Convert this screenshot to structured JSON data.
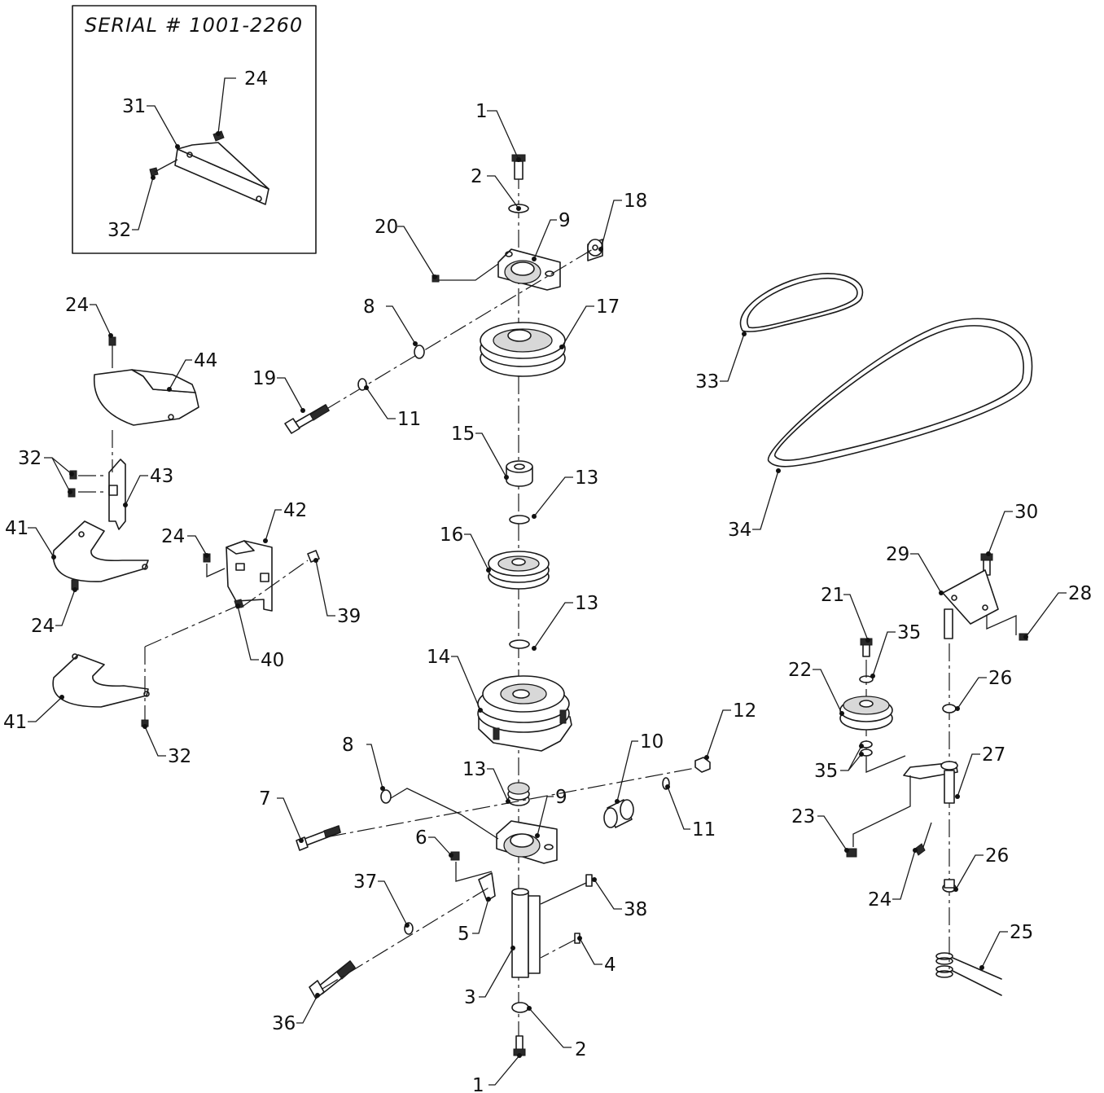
{
  "inset": {
    "title": "SERIAL # 1001-2260"
  },
  "callouts": {
    "c1": "1",
    "c2": "2",
    "c3": "3",
    "c4": "4",
    "c5": "5",
    "c6": "6",
    "c7": "7",
    "c8": "8",
    "c9": "9",
    "c10": "10",
    "c11": "11",
    "c12": "12",
    "c13": "13",
    "c14": "14",
    "c15": "15",
    "c16": "16",
    "c17": "17",
    "c18": "18",
    "c19": "19",
    "c20": "20",
    "c21": "21",
    "c22": "22",
    "c23": "23",
    "c24": "24",
    "c25": "25",
    "c26": "26",
    "c27": "27",
    "c28": "28",
    "c29": "29",
    "c30": "30",
    "c31": "31",
    "c32": "32",
    "c33": "33",
    "c34": "34",
    "c35": "35",
    "c36": "36",
    "c37": "37",
    "c38": "38",
    "c39": "39",
    "c40": "40",
    "c41": "41",
    "c42": "42",
    "c43": "43",
    "c44": "44"
  }
}
